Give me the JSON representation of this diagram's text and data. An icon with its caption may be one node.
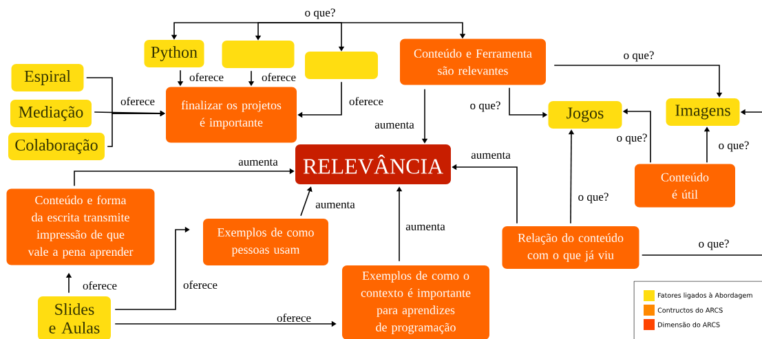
{
  "diagram": {
    "nodes": [
      {
        "text": [
          "Python"
        ]
      },
      {
        "text": [],
        "shape": "box"
      },
      {
        "text": [],
        "shape": "box"
      },
      {
        "text": [
          "Conteúdo e Ferramenta são relevantes"
        ]
      },
      {
        "text": [
          "Espiral"
        ]
      },
      {
        "text": [
          "Mediação"
        ]
      },
      {
        "text": [
          "Colaboração"
        ]
      },
      {
        "text": [
          "finalizar os projetos é importante"
        ]
      },
      {
        "text": [
          "Jogos"
        ]
      },
      {
        "text": [
          "Imagens"
        ]
      },
      {
        "text": [
          "RELEVÂNCIA"
        ]
      },
      {
        "text": [
          "Conteúdo é útil"
        ]
      },
      {
        "text": [
          "Conteúdo e forma da escrita transmite impressão de que vale a pena aprender"
        ]
      },
      {
        "text": [
          "Exemplos de como pessoas usam"
        ]
      },
      {
        "text": [
          "Relação do conteúdo com o que já viu"
        ]
      },
      {
        "text": [
          "Slides e Aulas"
        ]
      },
      {
        "text": [
          "Exemplos de como o contexto é importante para aprendizes de programação"
        ]
      }
    ],
    "edges": [
      {
        "from": null,
        "to": 0,
        "arrow": "to"
      },
      {
        "from": null,
        "to": 1,
        "arrow": "to"
      },
      {
        "from": null,
        "to": 2,
        "arrow": "to",
        "label": "o que?"
      },
      {
        "from": null,
        "to": 3,
        "arrow": "to"
      },
      {
        "from": 0,
        "to": 7,
        "arrow": "to",
        "label": "oferece"
      },
      {
        "from": 1,
        "to": 7,
        "arrow": "to",
        "label": "oferece"
      },
      {
        "from": 2,
        "to": 7,
        "arrow": "to",
        "label": "oferece"
      },
      {
        "from": 4,
        "to": 7,
        "arrow": "to"
      },
      {
        "from": 5,
        "to": 7,
        "arrow": "to",
        "label": "oferece"
      },
      {
        "from": 6,
        "to": 7,
        "arrow": "to"
      },
      {
        "from": 3,
        "to": 9,
        "arrow": "to",
        "label": "o que?"
      },
      {
        "from": 3,
        "to": 8,
        "arrow": "to",
        "label": "o que?"
      },
      {
        "from": 3,
        "to": 10,
        "arrow": "to",
        "label": "aumenta"
      },
      {
        "from": 11,
        "to": 8,
        "arrow": "to",
        "label": "o que?"
      },
      {
        "from": 11,
        "to": 9,
        "arrow": "to",
        "label": "o que?"
      },
      {
        "from": 14,
        "to": 8,
        "arrow": "to",
        "label": "o que?"
      },
      {
        "from": 14,
        "to": 10,
        "arrow": "to",
        "label": "aumenta"
      },
      {
        "from": 14,
        "to": null,
        "arrow": "none",
        "label": "o que?"
      },
      {
        "from": null,
        "to": 9,
        "arrow": "to"
      },
      {
        "from": 12,
        "to": 10,
        "arrow": "to",
        "label": "aumenta"
      },
      {
        "from": 13,
        "to": 10,
        "arrow": "to",
        "label": "aumenta"
      },
      {
        "from": 16,
        "to": 10,
        "arrow": "to",
        "label": "aumenta"
      },
      {
        "from": 15,
        "to": 12,
        "arrow": "to",
        "label": "oferece"
      },
      {
        "from": 15,
        "to": 13,
        "arrow": "to",
        "label": "oferece"
      },
      {
        "from": 15,
        "to": 16,
        "arrow": "to",
        "label": "oferece"
      }
    ],
    "legend": [
      {
        "text": "Fatores ligados à Abordagem",
        "color": "#ffdd11"
      },
      {
        "text": "Contructos do ARCS",
        "color": "#ff8800"
      },
      {
        "text": "Dimensão do ARCS",
        "color": "#ff4400"
      }
    ]
  }
}
